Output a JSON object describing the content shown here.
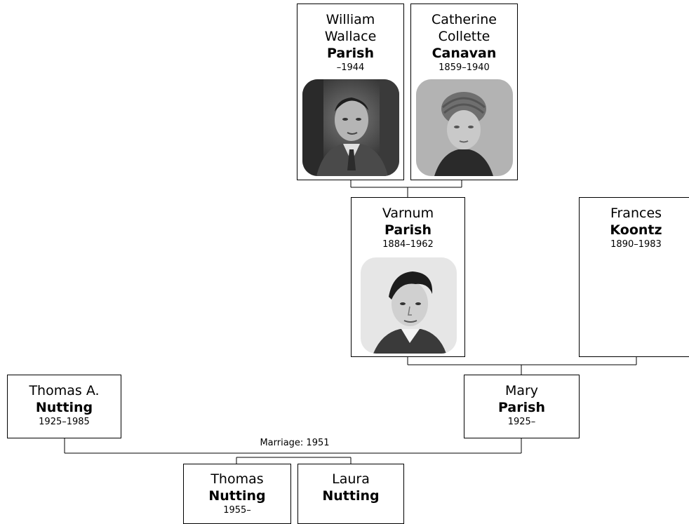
{
  "people": {
    "william": {
      "given": "William",
      "given2": "Wallace",
      "surname": "Parish",
      "dates": "–1944",
      "photo_icon": "portrait-man-photo"
    },
    "catherine": {
      "given": "Catherine",
      "given2": "Collette",
      "surname": "Canavan",
      "dates": "1859–1940",
      "photo_icon": "portrait-woman-photo"
    },
    "varnum": {
      "given": "Varnum",
      "surname": "Parish",
      "dates": "1884–1962",
      "photo_icon": "portrait-young-man-photo"
    },
    "frances": {
      "given": "Frances",
      "surname": "Koontz",
      "dates": "1890–1983"
    },
    "thomas_a": {
      "given": "Thomas A.",
      "surname": "Nutting",
      "dates": "1925–1985"
    },
    "mary": {
      "given": "Mary",
      "surname": "Parish",
      "dates": "1925–"
    },
    "thomas": {
      "given": "Thomas",
      "surname": "Nutting",
      "dates": "1955–"
    },
    "laura": {
      "given": "Laura",
      "surname": "Nutting"
    }
  },
  "marriage": {
    "label": "Marriage: 1951"
  },
  "colors": {
    "line": "#000000",
    "box_border": "#000000",
    "background": "#ffffff"
  }
}
